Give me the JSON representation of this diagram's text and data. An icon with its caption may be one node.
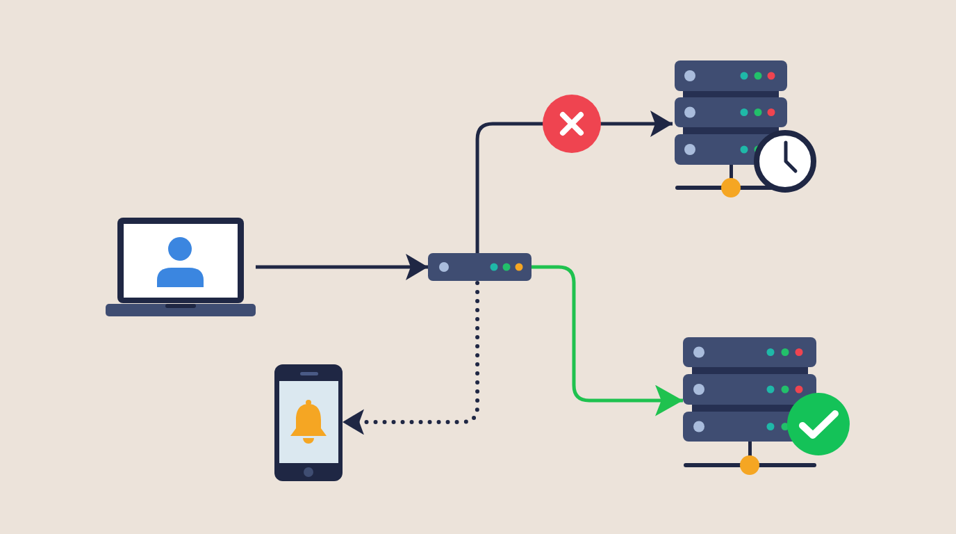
{
  "diagram": {
    "nodes": [
      {
        "text": [],
        "shape": "picture"
      },
      {
        "text": [],
        "shape": "picture"
      },
      {
        "text": [],
        "shape": "picture"
      },
      {
        "text": [],
        "shape": "picture"
      },
      {
        "text": [],
        "shape": "picture"
      }
    ],
    "edges": [
      {
        "from": 0,
        "to": 1,
        "arrow": "to"
      },
      {
        "from": 1,
        "to": 2,
        "arrow": "to"
      },
      {
        "from": 1,
        "to": 3,
        "arrow": "to",
        "color": "#1fc24f"
      },
      {
        "from": 1,
        "to": 4,
        "arrow": "to",
        "style": "dashed"
      }
    ]
  }
}
